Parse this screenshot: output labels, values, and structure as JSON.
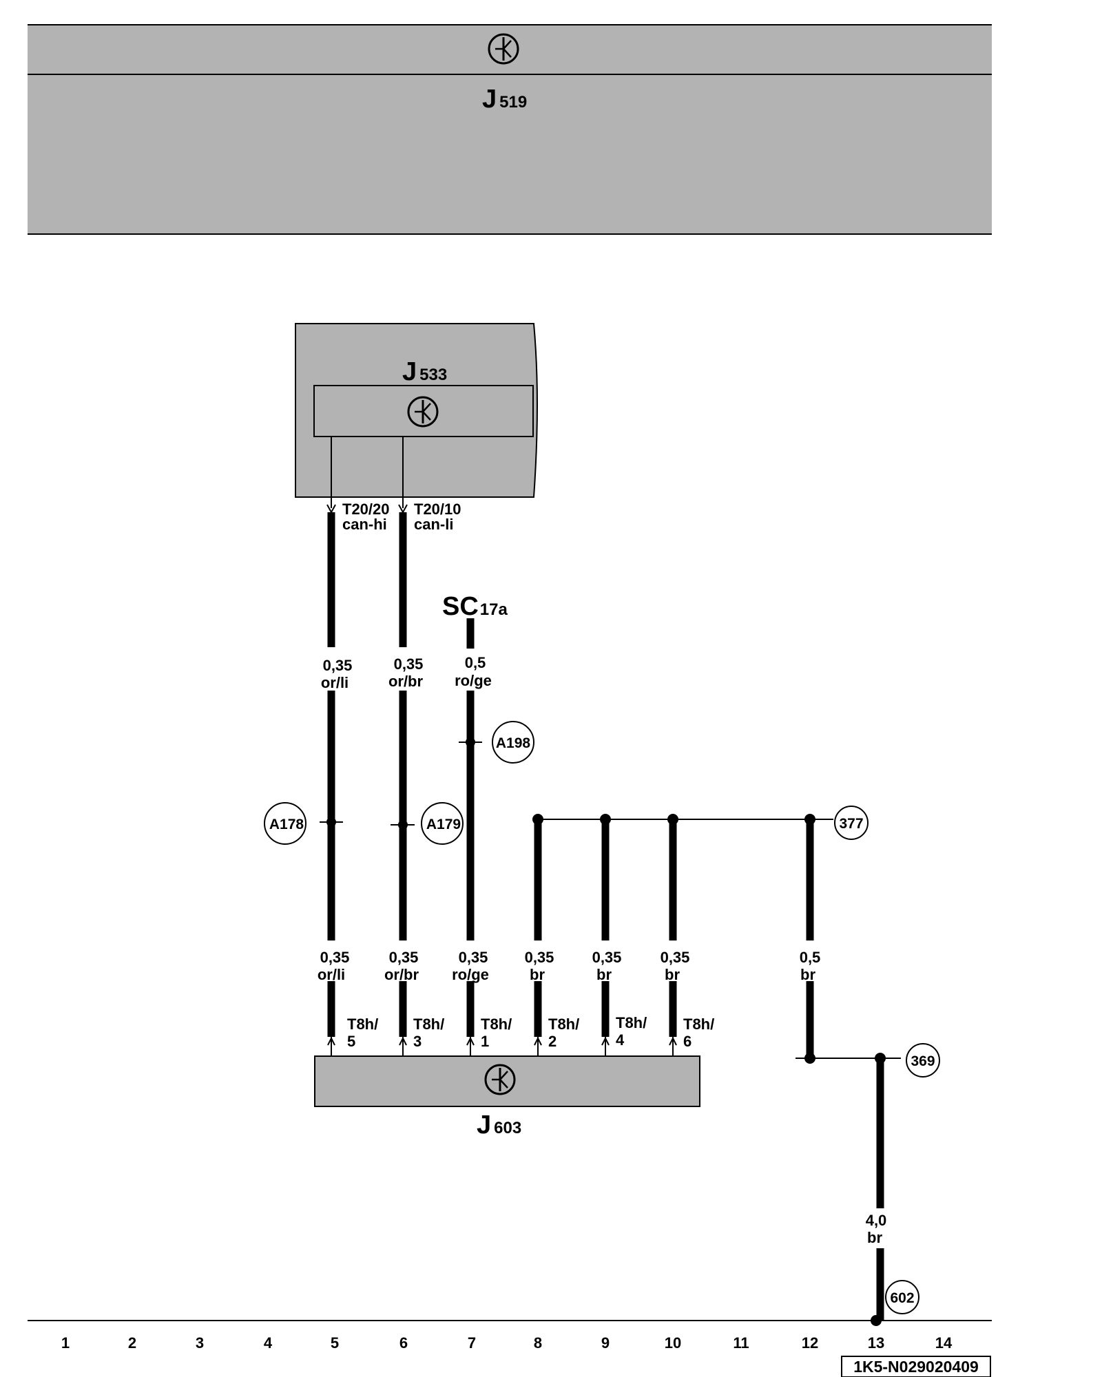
{
  "components": {
    "j519": {
      "letter": "J",
      "sub": "519"
    },
    "j533": {
      "letter": "J",
      "sub": "533"
    },
    "j603": {
      "letter": "J",
      "sub": "603"
    },
    "sc17a": {
      "letter": "SC",
      "sub": "17a"
    }
  },
  "pins_top": {
    "t20_20": {
      "pin": "T20/20",
      "sig": "can-hi"
    },
    "t20_10": {
      "pin": "T20/10",
      "sig": "can-li"
    }
  },
  "wire_labels": {
    "w5_upper": {
      "size": "0,35",
      "color": "or/li"
    },
    "w6_upper": {
      "size": "0,35",
      "color": "or/br"
    },
    "w7_upper": {
      "size": "0,5",
      "color": "ro/ge"
    },
    "w5_lower": {
      "size": "0,35",
      "color": "or/li"
    },
    "w6_lower": {
      "size": "0,35",
      "color": "or/br"
    },
    "w7_lower": {
      "size": "0,35",
      "color": "ro/ge"
    },
    "w8_lower": {
      "size": "0,35",
      "color": "br"
    },
    "w9_lower": {
      "size": "0,35",
      "color": "br"
    },
    "w10_lower": {
      "size": "0,35",
      "color": "br"
    },
    "w12_lower": {
      "size": "0,5",
      "color": "br"
    },
    "w13": {
      "size": "4,0",
      "color": "br"
    }
  },
  "pins_bottom": {
    "p5": {
      "a": "T8h/",
      "b": "5"
    },
    "p3": {
      "a": "T8h/",
      "b": "3"
    },
    "p1": {
      "a": "T8h/",
      "b": "1"
    },
    "p2": {
      "a": "T8h/",
      "b": "2"
    },
    "p4": {
      "a": "T8h/",
      "b": "4"
    },
    "p6": {
      "a": "T8h/",
      "b": "6"
    }
  },
  "connections": {
    "a178": "A178",
    "a179": "A179",
    "a198": "A198",
    "c377": "377",
    "c369": "369",
    "c602": "602"
  },
  "columns": [
    "1",
    "2",
    "3",
    "4",
    "5",
    "6",
    "7",
    "8",
    "9",
    "10",
    "11",
    "12",
    "13",
    "14"
  ],
  "doc_id": "1K5-N029020409",
  "colors": {
    "module_fill": "#b3b3b3",
    "wire": "#000000",
    "background": "#ffffff"
  }
}
